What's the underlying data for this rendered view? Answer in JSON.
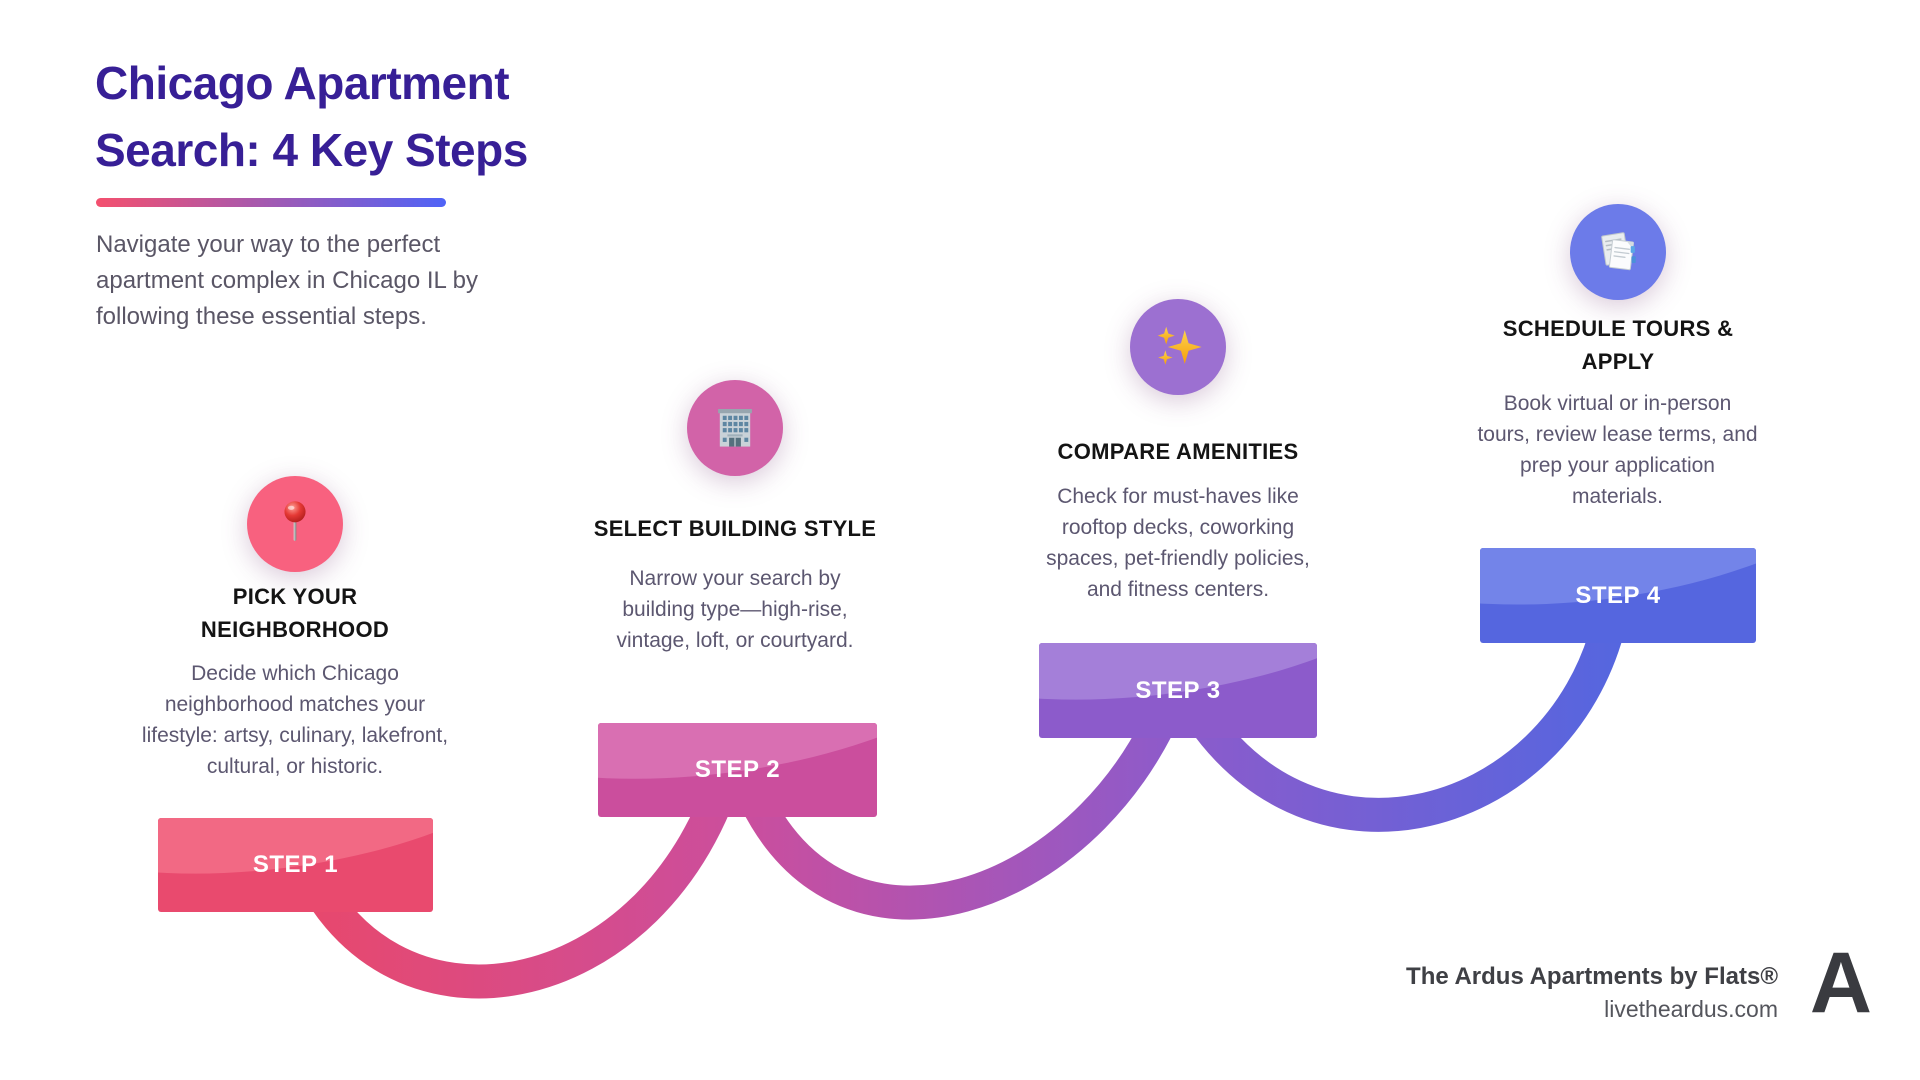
{
  "header": {
    "title_line1": "Chicago Apartment",
    "title_line2": "Search: 4 Key Steps",
    "title_color": "#371F96",
    "accent_gradient": [
      "#F4506E",
      "#4F63F7"
    ],
    "intro": "Navigate your way to the perfect apartment complex in Chicago IL by following these essential steps."
  },
  "steps": [
    {
      "label": "STEP 1",
      "title": "PICK YOUR NEIGHBORHOOD",
      "description": "Decide which Chicago neighborhood matches your lifestyle: artsy, culinary, lakefront, cultural, or historic.",
      "icon": "pushpin-icon",
      "circle_color": "#F8617F",
      "banner_color": "#E94A6E",
      "banner_shine_color": "#F26984"
    },
    {
      "label": "STEP 2",
      "title": "SELECT BUILDING STYLE",
      "description": "Narrow your search by building type—high-rise, vintage, loft, or courtyard.",
      "icon": "office-building-icon",
      "circle_color": "#D263A8",
      "banner_color": "#CB4E9D",
      "banner_shine_color": "#D96FB2"
    },
    {
      "label": "STEP 3",
      "title": "COMPARE AMENITIES",
      "description": "Check for must-haves like rooftop decks, coworking spaces, pet-friendly policies, and fitness centers.",
      "icon": "sparkles-icon",
      "circle_color": "#9C70D1",
      "banner_color": "#8C5BCB",
      "banner_shine_color": "#A47FD9"
    },
    {
      "label": "STEP 4",
      "title": "SCHEDULE TOURS & APPLY",
      "description": "Book virtual or in-person tours, review lease terms, and prep your application materials.",
      "icon": "documents-icon",
      "circle_color": "#6C7BE9",
      "banner_color": "#5566DF",
      "banner_shine_color": "#7384E9"
    }
  ],
  "connector_colors": [
    "#E8486C",
    "#CB4E9D",
    "#8C5BCB",
    "#5566DF"
  ],
  "footer": {
    "brand": "The Ardus Apartments by Flats®",
    "website": "livetheardus.com",
    "logo_letter": "A"
  }
}
